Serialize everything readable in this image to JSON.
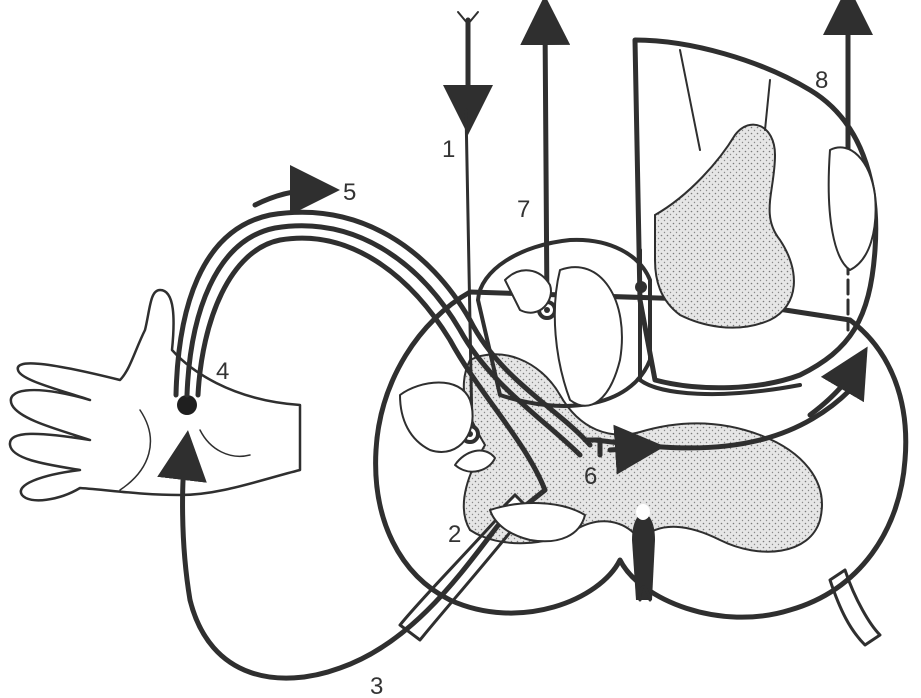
{
  "diagram": {
    "labels": [
      {
        "id": "1",
        "text": "1"
      },
      {
        "id": "2",
        "text": "2"
      },
      {
        "id": "3",
        "text": "3"
      },
      {
        "id": "4",
        "text": "4"
      },
      {
        "id": "5",
        "text": "5"
      },
      {
        "id": "6",
        "text": "6"
      },
      {
        "id": "7",
        "text": "7"
      },
      {
        "id": "8",
        "text": "8"
      }
    ],
    "colors": {
      "ink": "#2f2f2f",
      "gray_matter": "#d9d9d9",
      "background": "#ffffff"
    }
  }
}
